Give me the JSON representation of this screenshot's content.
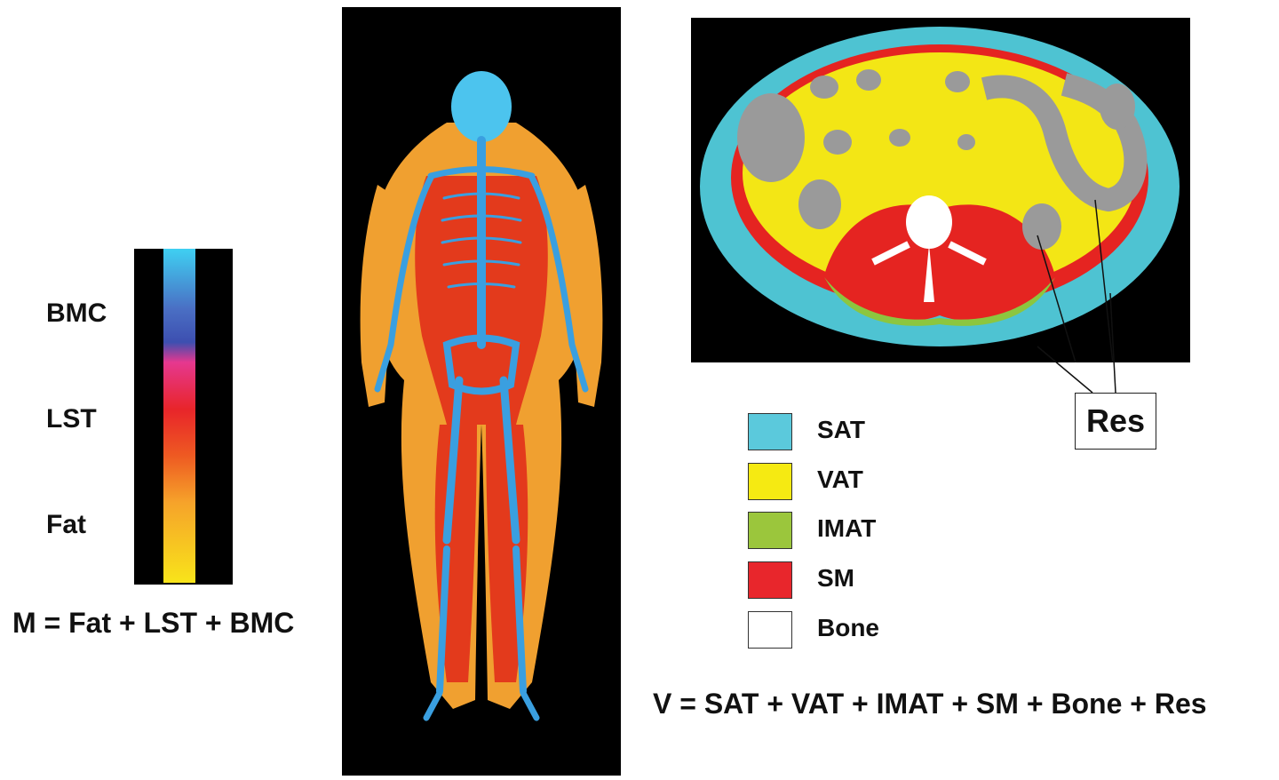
{
  "colorbar": {
    "labels": {
      "bmc": "BMC",
      "lst": "LST",
      "fat": "Fat"
    },
    "gradient_stops": [
      "#3fd0f2",
      "#4a6fc4",
      "#3d4fb0",
      "#e6388f",
      "#e8252a",
      "#ee5a22",
      "#f6a32a",
      "#f8e41a"
    ]
  },
  "formula_m": "M = Fat + LST + BMC",
  "formula_v": "V = SAT + VAT + IMAT + SM + Bone + Res",
  "res_label": "Res",
  "legend": [
    {
      "label": "SAT",
      "color": "#5bc9dc"
    },
    {
      "label": "VAT",
      "color": "#f5ea12"
    },
    {
      "label": "IMAT",
      "color": "#9bc63c"
    },
    {
      "label": "SM",
      "color": "#e8262c"
    },
    {
      "label": "Bone",
      "color": "#ffffff"
    }
  ],
  "colors": {
    "sat": "#4ec3d2",
    "vat": "#f3e615",
    "imat": "#8cc63f",
    "sm": "#e52421",
    "bone": "#ffffff",
    "organ": "#9a9a9a",
    "dxa_fat": "#f0a030",
    "dxa_lst": "#e33a1c",
    "dxa_bmc": "#3a9fe0",
    "dxa_head": "#4cc4ee"
  }
}
